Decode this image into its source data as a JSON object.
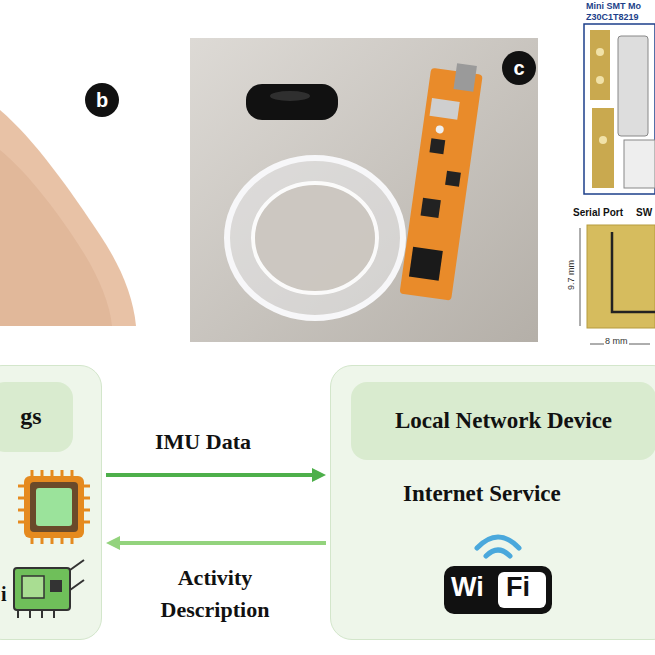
{
  "diagram": {
    "nodes": [
      {
        "text": [
          "i"
        ]
      },
      {
        "text": [
          "gs"
        ],
        "in": 0
      },
      {
        "text": [
          "Internet Service"
        ]
      },
      {
        "text": [
          "Local Network Device"
        ],
        "in": 2
      }
    ],
    "edges": [
      {
        "from": 0,
        "to": 2,
        "arrow": "to",
        "label": "IMU Data"
      },
      {
        "from": 2,
        "to": 0,
        "arrow": "to",
        "label": "Activity Description"
      }
    ],
    "labels": [
      "b",
      "c",
      "Mini SMT Mo",
      "Z30C1T8219",
      "Serial Port",
      "SW",
      "9.7 mm",
      "8 mm",
      "Wi",
      "Fi"
    ]
  }
}
